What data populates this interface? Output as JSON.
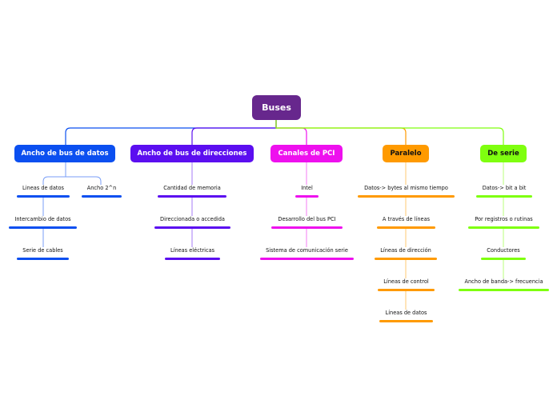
{
  "root": {
    "label": "Buses",
    "color": "#67278d"
  },
  "branches": [
    {
      "label": "Ancho de bus de datos",
      "color": "#0b4ff0",
      "text_color": "#ffffff",
      "children": [
        {
          "label": "Lineas de datos",
          "children": [
            {
              "label": "Intercambio de datos",
              "children": [
                {
                  "label": "Serie de cables"
                }
              ]
            }
          ]
        },
        {
          "label": "Ancho 2^n"
        }
      ]
    },
    {
      "label": "Ancho de bus de direcciones",
      "color": "#5b0ef0",
      "text_color": "#ffffff",
      "children": [
        {
          "label": "Cantidad de memoria",
          "children": [
            {
              "label": "Direccionada o accedida",
              "children": [
                {
                  "label": "Líneas eléctricas"
                }
              ]
            }
          ]
        }
      ]
    },
    {
      "label": "Canales de PCI",
      "color": "#ee10ee",
      "text_color": "#ffffff",
      "children": [
        {
          "label": "Intel",
          "children": [
            {
              "label": "Desarrollo del bus PCI",
              "children": [
                {
                  "label": "Sistema de comunicación serie"
                }
              ]
            }
          ]
        }
      ]
    },
    {
      "label": "Paralelo",
      "color": "#ff9a00",
      "text_color": "#111111",
      "children": [
        {
          "label": "Datos-> bytes al mismo tiempo",
          "children": [
            {
              "label": "A través de líneas",
              "children": [
                {
                  "label": "Líneas de dirección",
                  "children": [
                    {
                      "label": "Líneas de control",
                      "children": [
                        {
                          "label": "Líneas de datos"
                        }
                      ]
                    }
                  ]
                }
              ]
            }
          ]
        }
      ]
    },
    {
      "label": "De serie",
      "color": "#7fff0f",
      "text_color": "#111111",
      "children": [
        {
          "label": "Datos-> bit a bit",
          "children": [
            {
              "label": "Por registros o rutinas",
              "children": [
                {
                  "label": "Conductores",
                  "children": [
                    {
                      "label": "Ancho de banda-> frecuencia"
                    }
                  ]
                }
              ]
            }
          ]
        }
      ]
    }
  ]
}
